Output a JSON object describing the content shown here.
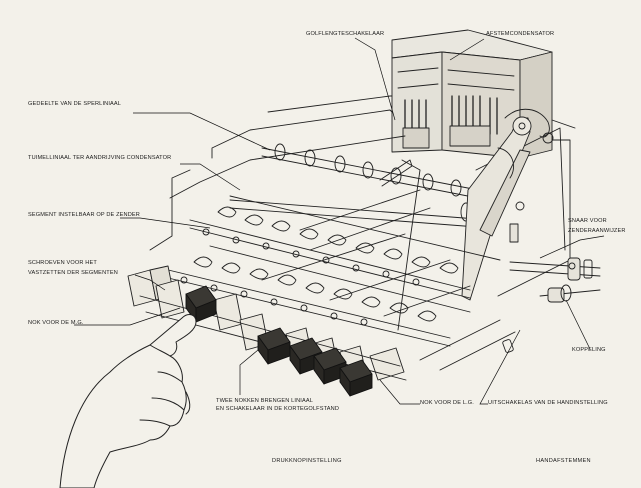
{
  "labels": {
    "golflengteschakelaar": "GOLFLENGTESCHAKELAAR",
    "afstemcondensator": "AFSTEMCONDENSATOR",
    "gedeelte_sperliniaal": "GEDEELTE VAN DE SPERLINIAAL",
    "tuimelliniaal": "TUIMELLINIAAL TER AANDRIJVING CONDENSATOR",
    "segment_instelbaar": "SEGMENT INSTELBAAR OP DE ZENDER",
    "schroeven_line1": "SCHROEVEN VOOR HET",
    "schroeven_line2": "VASTZETTEN DER SEGMENTEN",
    "nok_mg": "NOK VOOR DE M.G.",
    "snaar_line1": "SNAAR VOOR",
    "snaar_line2": "ZENDERAANWIJZER",
    "koppeling": "KOPPELING",
    "twee_nokken_line1": "TWEE NOKKEN BRENGEN LINIAAL",
    "twee_nokken_line2": "EN SCHAKELAAR IN DE KORTEGOLFSTAND",
    "nok_lg": "NOK VOOR DE L.G.",
    "uitschakelas": "UITSCHAKELAS VAN DE HANDINSTELLING"
  },
  "captions": {
    "drukknopinstelling": "DRUKKNOPINSTELLING",
    "handafstemmen": "HANDAFSTEMMEN"
  }
}
